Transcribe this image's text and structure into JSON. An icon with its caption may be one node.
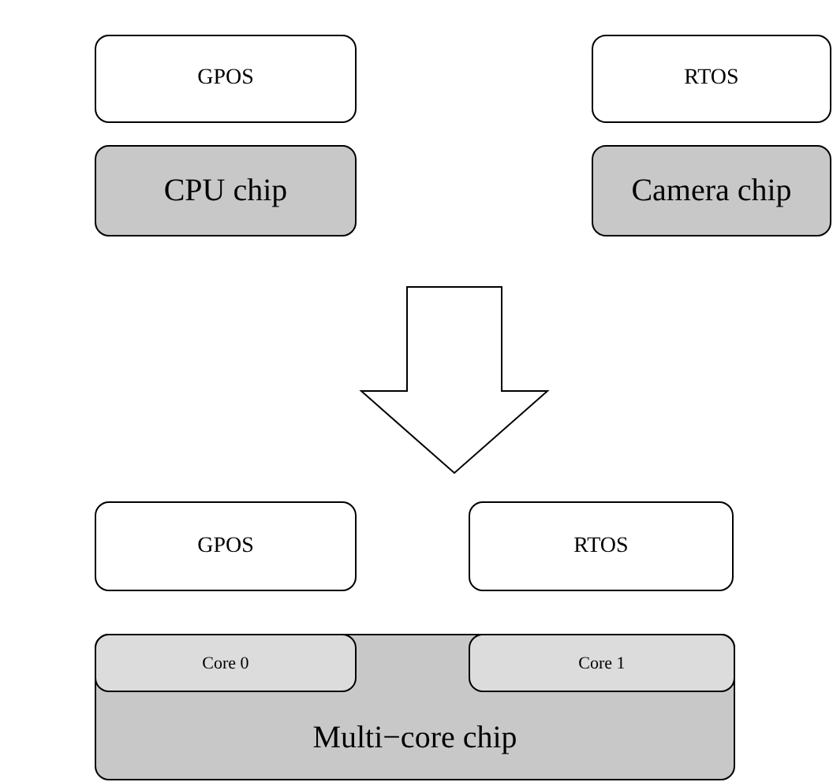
{
  "diagram": {
    "nodes": [
      {
        "text": [
          "GPOS"
        ]
      },
      {
        "text": [
          "CPU chip"
        ]
      },
      {
        "text": [
          "RTOS"
        ]
      },
      {
        "text": [
          "Camera chip"
        ]
      },
      {
        "text": [
          "GPOS"
        ]
      },
      {
        "text": [
          "RTOS"
        ]
      },
      {
        "text": [
          "Multi−core chip"
        ]
      },
      {
        "text": [
          "Core 0"
        ],
        "in": 6
      },
      {
        "text": [
          "Core 1"
        ],
        "in": 6
      }
    ]
  }
}
